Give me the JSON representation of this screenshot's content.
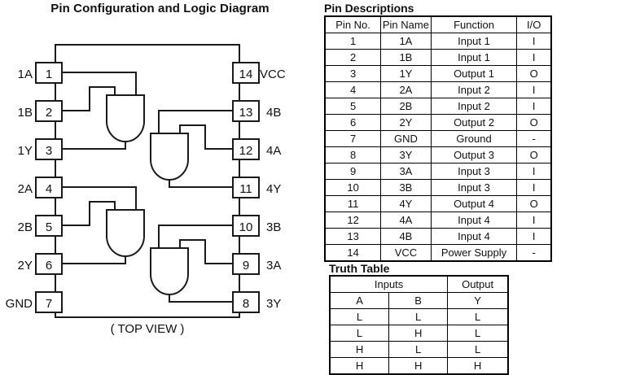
{
  "diagram": {
    "title": "Pin Configuration and Logic Diagram",
    "view_label": "( TOP VIEW )",
    "package": {
      "pin_count": 14,
      "gate_count": 4,
      "gate_type": "AND"
    },
    "left_pins": [
      {
        "number": "1",
        "name": "1A"
      },
      {
        "number": "2",
        "name": "1B"
      },
      {
        "number": "3",
        "name": "1Y"
      },
      {
        "number": "4",
        "name": "2A"
      },
      {
        "number": "5",
        "name": "2B"
      },
      {
        "number": "6",
        "name": "2Y"
      },
      {
        "number": "7",
        "name": "GND"
      }
    ],
    "right_pins": [
      {
        "number": "14",
        "name": "VCC"
      },
      {
        "number": "13",
        "name": "4B"
      },
      {
        "number": "12",
        "name": "4A"
      },
      {
        "number": "11",
        "name": "4Y"
      },
      {
        "number": "10",
        "name": "3B"
      },
      {
        "number": "9",
        "name": "3A"
      },
      {
        "number": "8",
        "name": "3Y"
      }
    ]
  },
  "pin_descriptions": {
    "title": "Pin Descriptions",
    "headers": [
      "Pin No.",
      "Pin Name",
      "Function",
      "I/O"
    ],
    "rows": [
      [
        "1",
        "1A",
        "Input 1",
        "I"
      ],
      [
        "2",
        "1B",
        "Input 1",
        "I"
      ],
      [
        "3",
        "1Y",
        "Output 1",
        "O"
      ],
      [
        "4",
        "2A",
        "Input 2",
        "I"
      ],
      [
        "5",
        "2B",
        "Input 2",
        "I"
      ],
      [
        "6",
        "2Y",
        "Output 2",
        "O"
      ],
      [
        "7",
        "GND",
        "Ground",
        "-"
      ],
      [
        "8",
        "3Y",
        "Output 3",
        "O"
      ],
      [
        "9",
        "3A",
        "Input 3",
        "I"
      ],
      [
        "10",
        "3B",
        "Input 3",
        "I"
      ],
      [
        "11",
        "4Y",
        "Output 4",
        "O"
      ],
      [
        "12",
        "4A",
        "Input 4",
        "I"
      ],
      [
        "13",
        "4B",
        "Input 4",
        "I"
      ],
      [
        "14",
        "VCC",
        "Power Supply",
        "-"
      ]
    ]
  },
  "truth_table": {
    "title": "Truth Table",
    "group_headers": [
      "Inputs",
      "Output"
    ],
    "sub_headers": [
      "A",
      "B",
      "Y"
    ],
    "rows": [
      [
        "L",
        "L",
        "L"
      ],
      [
        "L",
        "H",
        "L"
      ],
      [
        "H",
        "L",
        "L"
      ],
      [
        "H",
        "H",
        "H"
      ]
    ]
  },
  "colors": {
    "ink": "#000000",
    "background": "#ffffff"
  }
}
